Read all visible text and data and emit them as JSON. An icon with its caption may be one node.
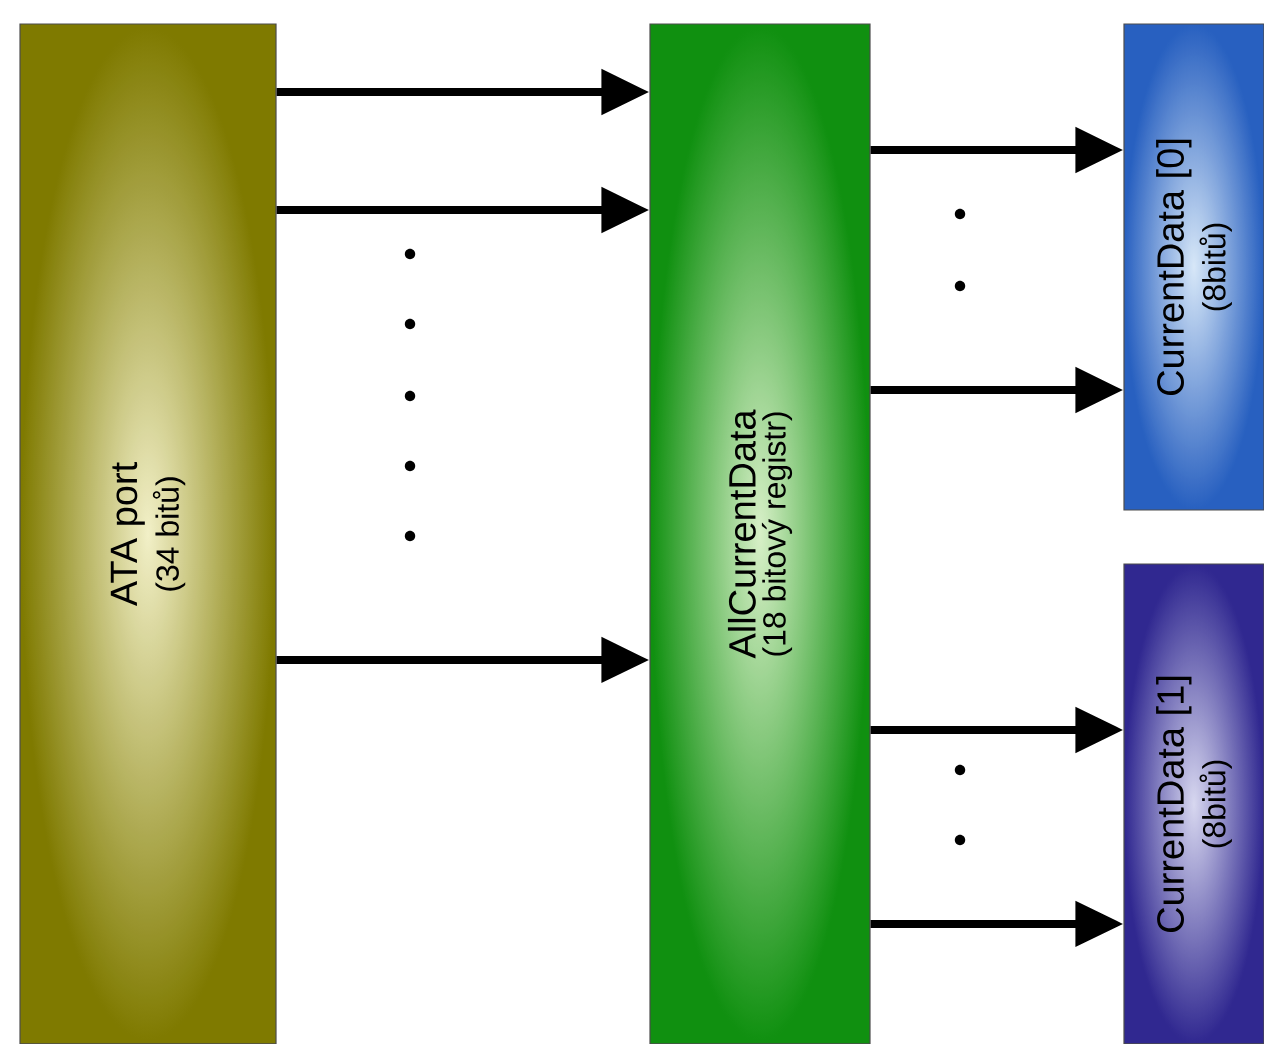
{
  "diagram": {
    "nodes": [
      {
        "text": [
          "ATA port",
          "(34 bitů)"
        ]
      },
      {
        "text": [
          "AllCurrentData",
          "(18 bitový registr)"
        ]
      },
      {
        "text": [
          "CurrentData [0]",
          "(8bitů)"
        ]
      },
      {
        "text": [
          "CurrentData [1]",
          "(8bitů)"
        ]
      }
    ],
    "edges": [
      {
        "from": 0,
        "to": 1,
        "arrow": "to"
      },
      {
        "from": 0,
        "to": 1,
        "arrow": "to"
      },
      {
        "from": 0,
        "to": 1,
        "arrow": "to"
      },
      {
        "from": 1,
        "to": 2,
        "arrow": "to"
      },
      {
        "from": 1,
        "to": 2,
        "arrow": "to"
      },
      {
        "from": 1,
        "to": 3,
        "arrow": "to"
      },
      {
        "from": 1,
        "to": 3,
        "arrow": "to"
      }
    ]
  }
}
